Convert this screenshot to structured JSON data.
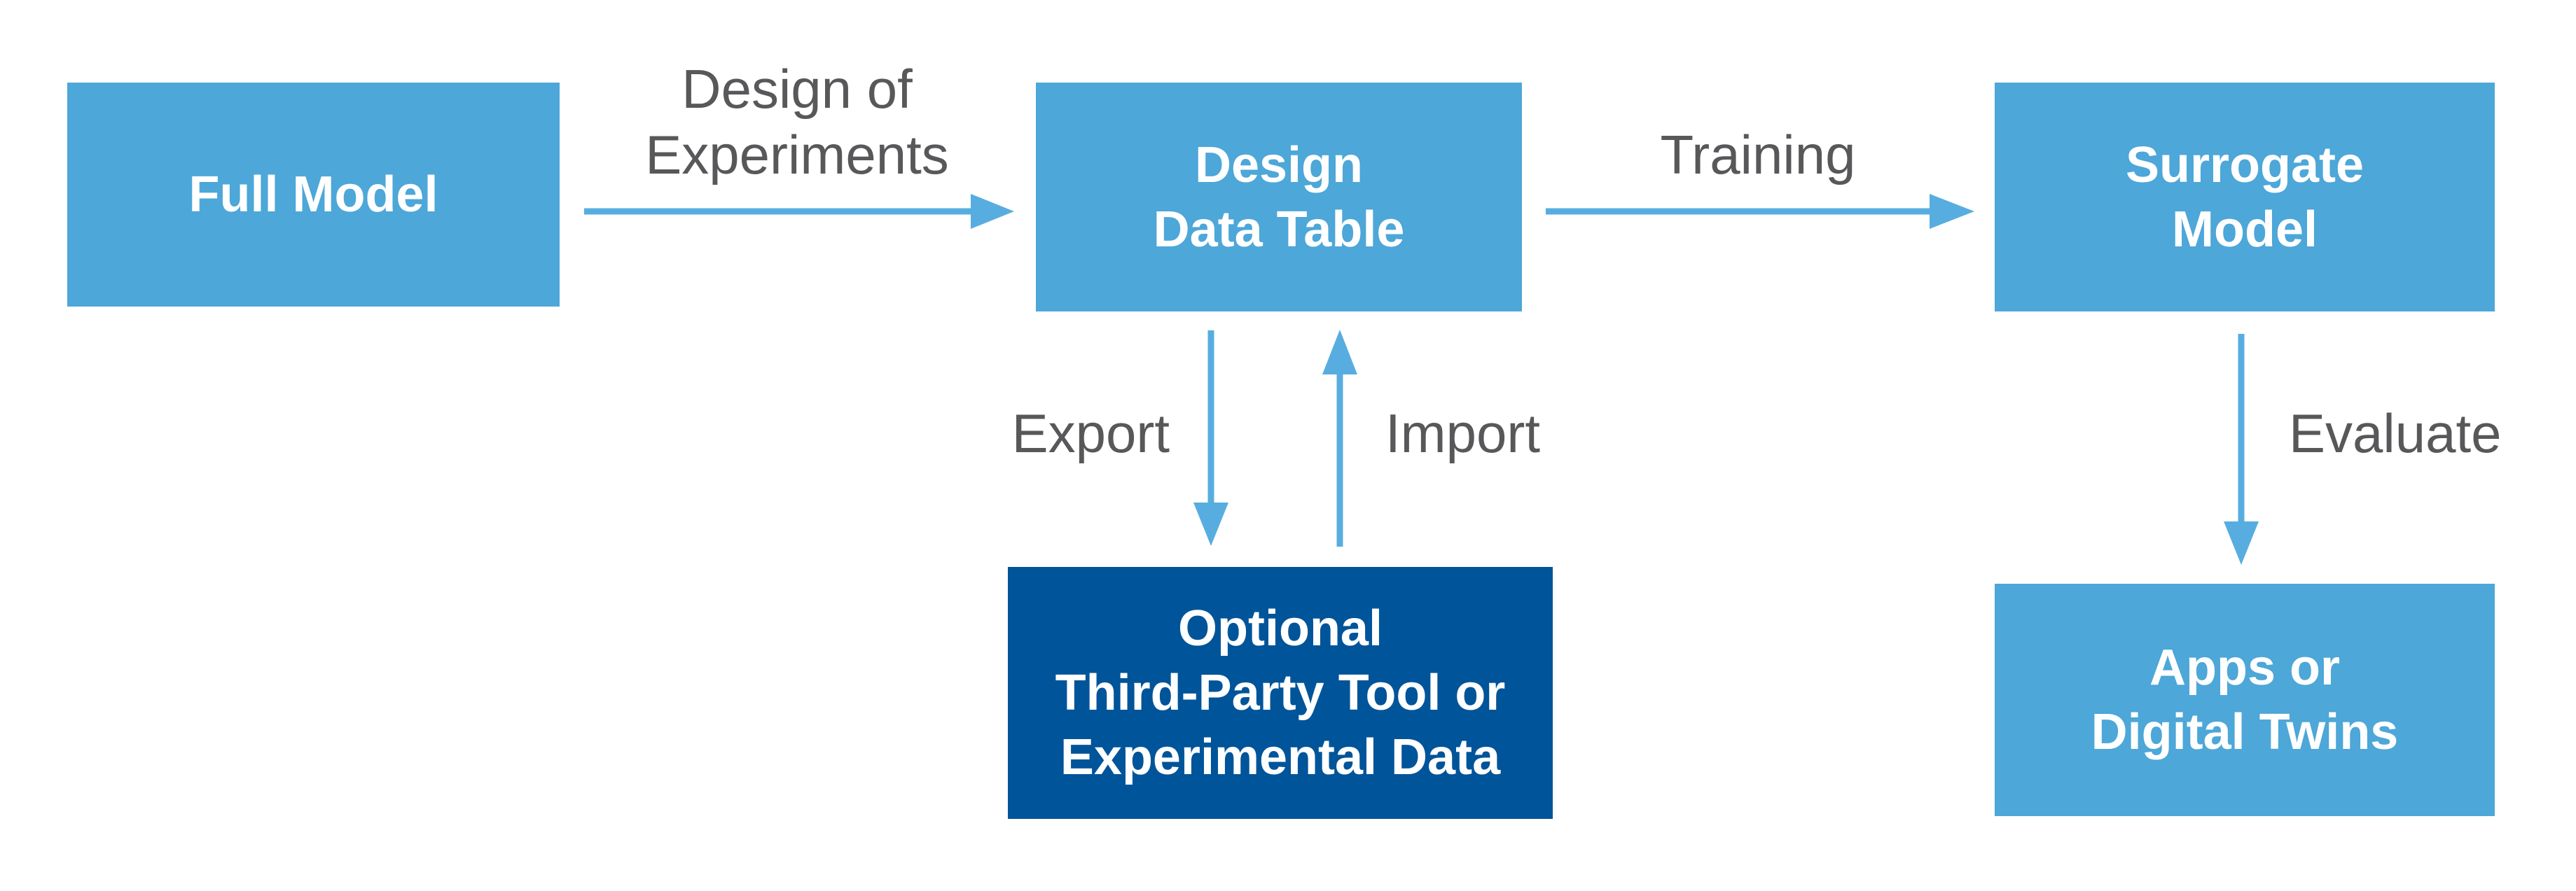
{
  "boxes": {
    "full_model": {
      "lines": [
        "Full Model"
      ]
    },
    "design_data_table": {
      "lines": [
        "Design",
        "Data Table"
      ]
    },
    "surrogate_model": {
      "lines": [
        "Surrogate",
        "Model"
      ]
    },
    "optional_third_party": {
      "lines": [
        "Optional",
        "Third-Party Tool or",
        "Experimental Data"
      ]
    },
    "apps_digital_twins": {
      "lines": [
        "Apps or",
        "Digital Twins"
      ]
    }
  },
  "arrow_labels": {
    "design_of_experiments": {
      "lines": [
        "Design of",
        "Experiments"
      ]
    },
    "training": "Training",
    "export": "Export",
    "import": "Import",
    "evaluate": "Evaluate"
  },
  "colors": {
    "box_light_blue": "#4DA7D8",
    "box_dark_blue": "#00549A",
    "arrow_blue": "#58ADE0",
    "label_gray": "#58585B",
    "box_text": "#FFFFFF",
    "background": "#FFFFFF"
  }
}
